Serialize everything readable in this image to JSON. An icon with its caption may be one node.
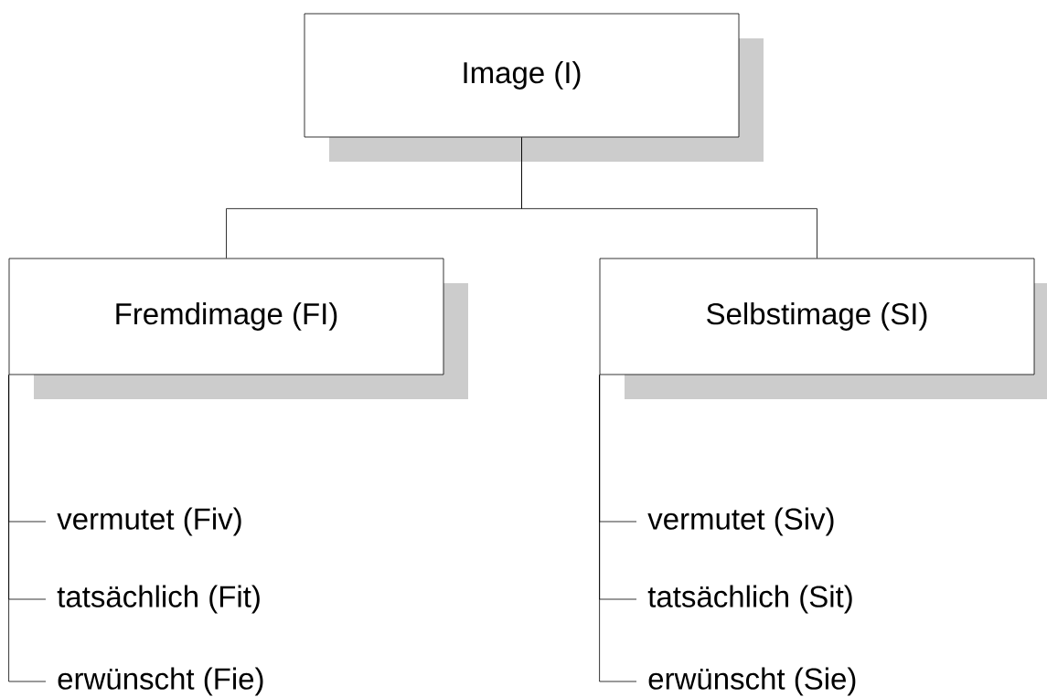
{
  "diagram": {
    "nodes": [
      {
        "text": [
          "Image (I)"
        ]
      },
      {
        "text": [
          "Fremdimage (FI)"
        ]
      },
      {
        "text": [
          "Selbstimage (SI)"
        ]
      },
      {
        "text": [
          "vermutet (Fiv)"
        ]
      },
      {
        "text": [
          "tatsächlich (Fit)"
        ]
      },
      {
        "text": [
          "erwünscht (Fie)"
        ]
      },
      {
        "text": [
          "vermutet (Siv)"
        ]
      },
      {
        "text": [
          "tatsächlich (Sit)"
        ]
      },
      {
        "text": [
          "erwünscht (Sie)"
        ]
      }
    ],
    "edges": [
      {
        "from": 0,
        "to": 1,
        "arrow": "none"
      },
      {
        "from": 0,
        "to": 2,
        "arrow": "none"
      },
      {
        "from": 1,
        "to": 3,
        "arrow": "none"
      },
      {
        "from": 1,
        "to": 4,
        "arrow": "none"
      },
      {
        "from": 1,
        "to": 5,
        "arrow": "none"
      },
      {
        "from": 2,
        "to": 6,
        "arrow": "none"
      },
      {
        "from": 2,
        "to": 7,
        "arrow": "none"
      },
      {
        "from": 2,
        "to": 8,
        "arrow": "none"
      }
    ]
  }
}
